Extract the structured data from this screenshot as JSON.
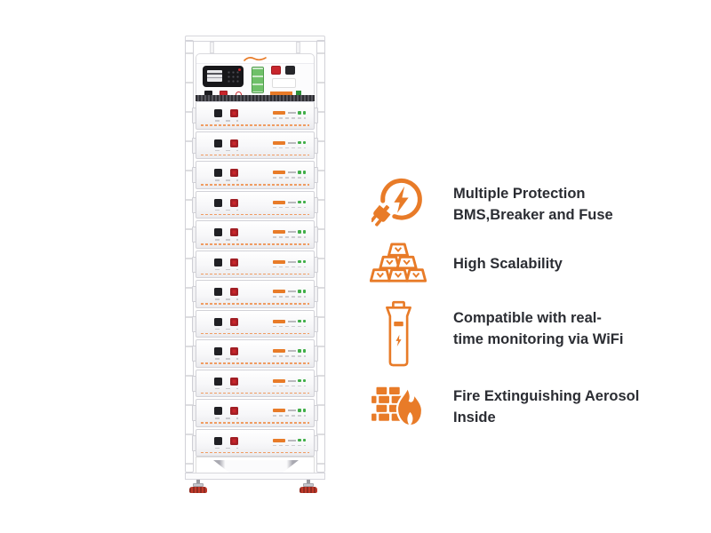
{
  "colors": {
    "accent_orange": "#e87b28",
    "text_dark": "#2b2d33",
    "connector_red": "#c8252c",
    "terminal_green": "#6fc069",
    "led_green": "#3fae47",
    "foot_red": "#c0392b"
  },
  "rack": {
    "module_count": 12
  },
  "features": {
    "items": [
      {
        "icon": "plug-lightning-protection-icon",
        "lines": [
          "Multiple Protection",
          "BMS,Breaker and Fuse"
        ]
      },
      {
        "icon": "gold-ingots-scalability-icon",
        "lines": [
          "High Scalability"
        ]
      },
      {
        "icon": "battery-tower-monitoring-icon",
        "lines": [
          "Compatible with real-",
          "time monitoring via WiFi"
        ]
      },
      {
        "icon": "firewall-flame-icon",
        "lines": [
          "Fire Extinguishing Aerosol",
          "Inside"
        ]
      }
    ]
  }
}
